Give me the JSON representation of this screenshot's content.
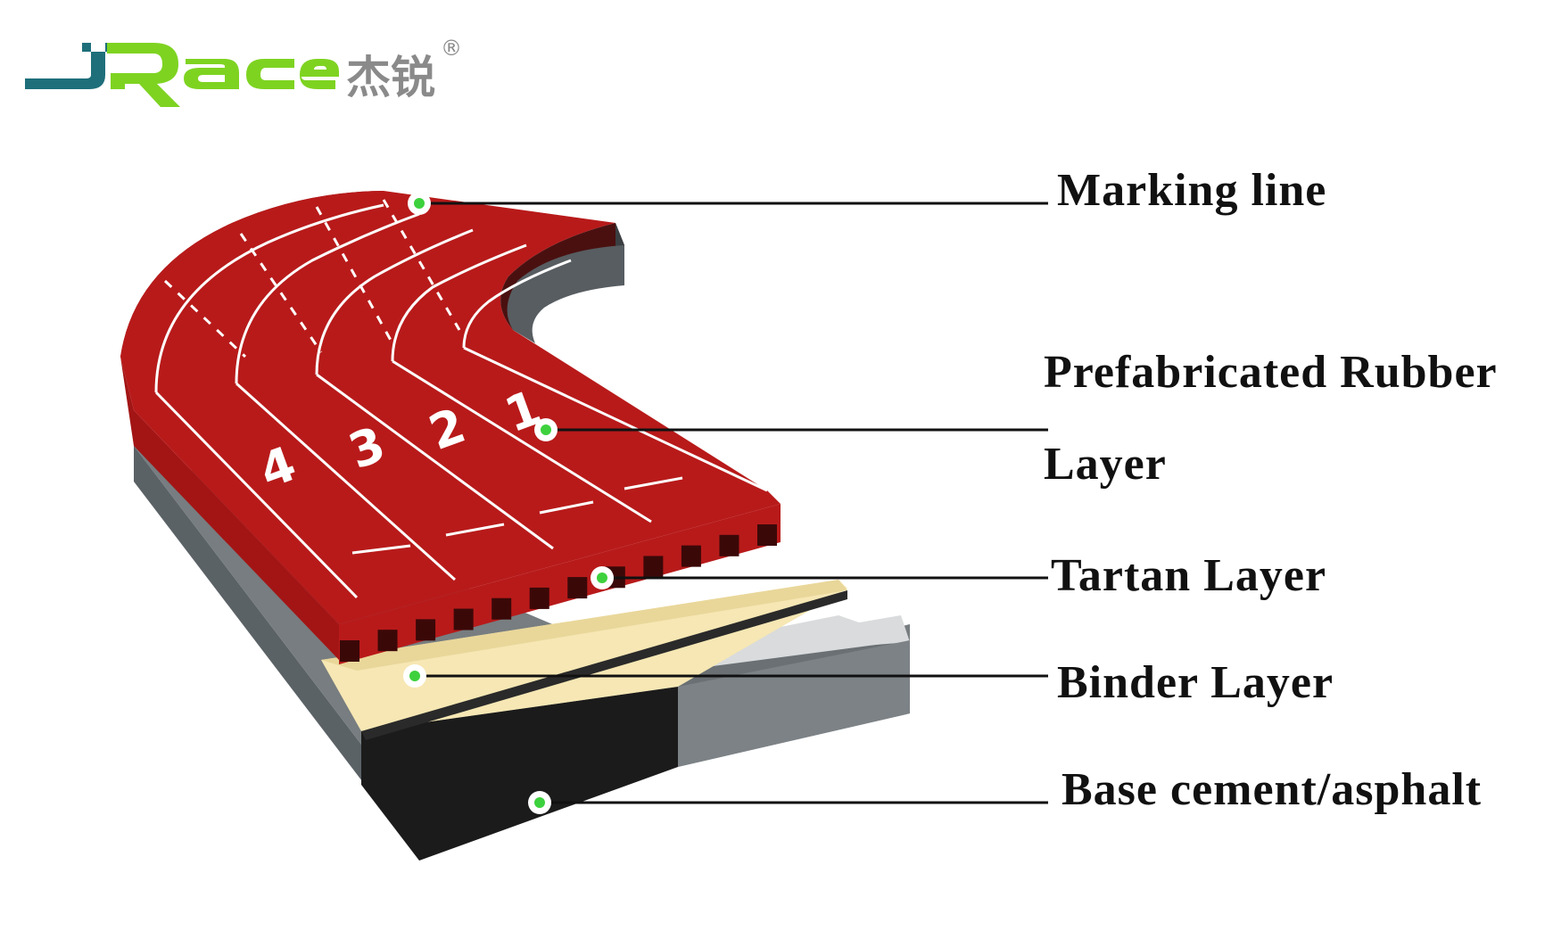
{
  "logo": {
    "wordmark": "JRace",
    "chinese": "杰锐",
    "registered": "®",
    "colors": {
      "j": "#1e6f7a",
      "race": "#7ed321",
      "chinese": "#8a8a8a"
    }
  },
  "lane_numbers": [
    "4",
    "3",
    "2",
    "1"
  ],
  "labels": {
    "marking_line": "Marking line",
    "prefabricated_rubber_line1": "Prefabricated Rubber",
    "prefabricated_rubber_line2": "Layer",
    "tartan_layer": "Tartan Layer",
    "binder_layer": "Binder Layer",
    "base": "Base cement/asphalt"
  },
  "colors": {
    "track_red": "#b81a1a",
    "track_dark_red": "#8e1010",
    "tartan_cream": "#f6e7b4",
    "binder_black": "#1b1b1b",
    "base_grey": "#5b6266",
    "base_light": "#d9dbdc",
    "marker_green": "#3dd13d",
    "marking_white": "#ffffff"
  }
}
